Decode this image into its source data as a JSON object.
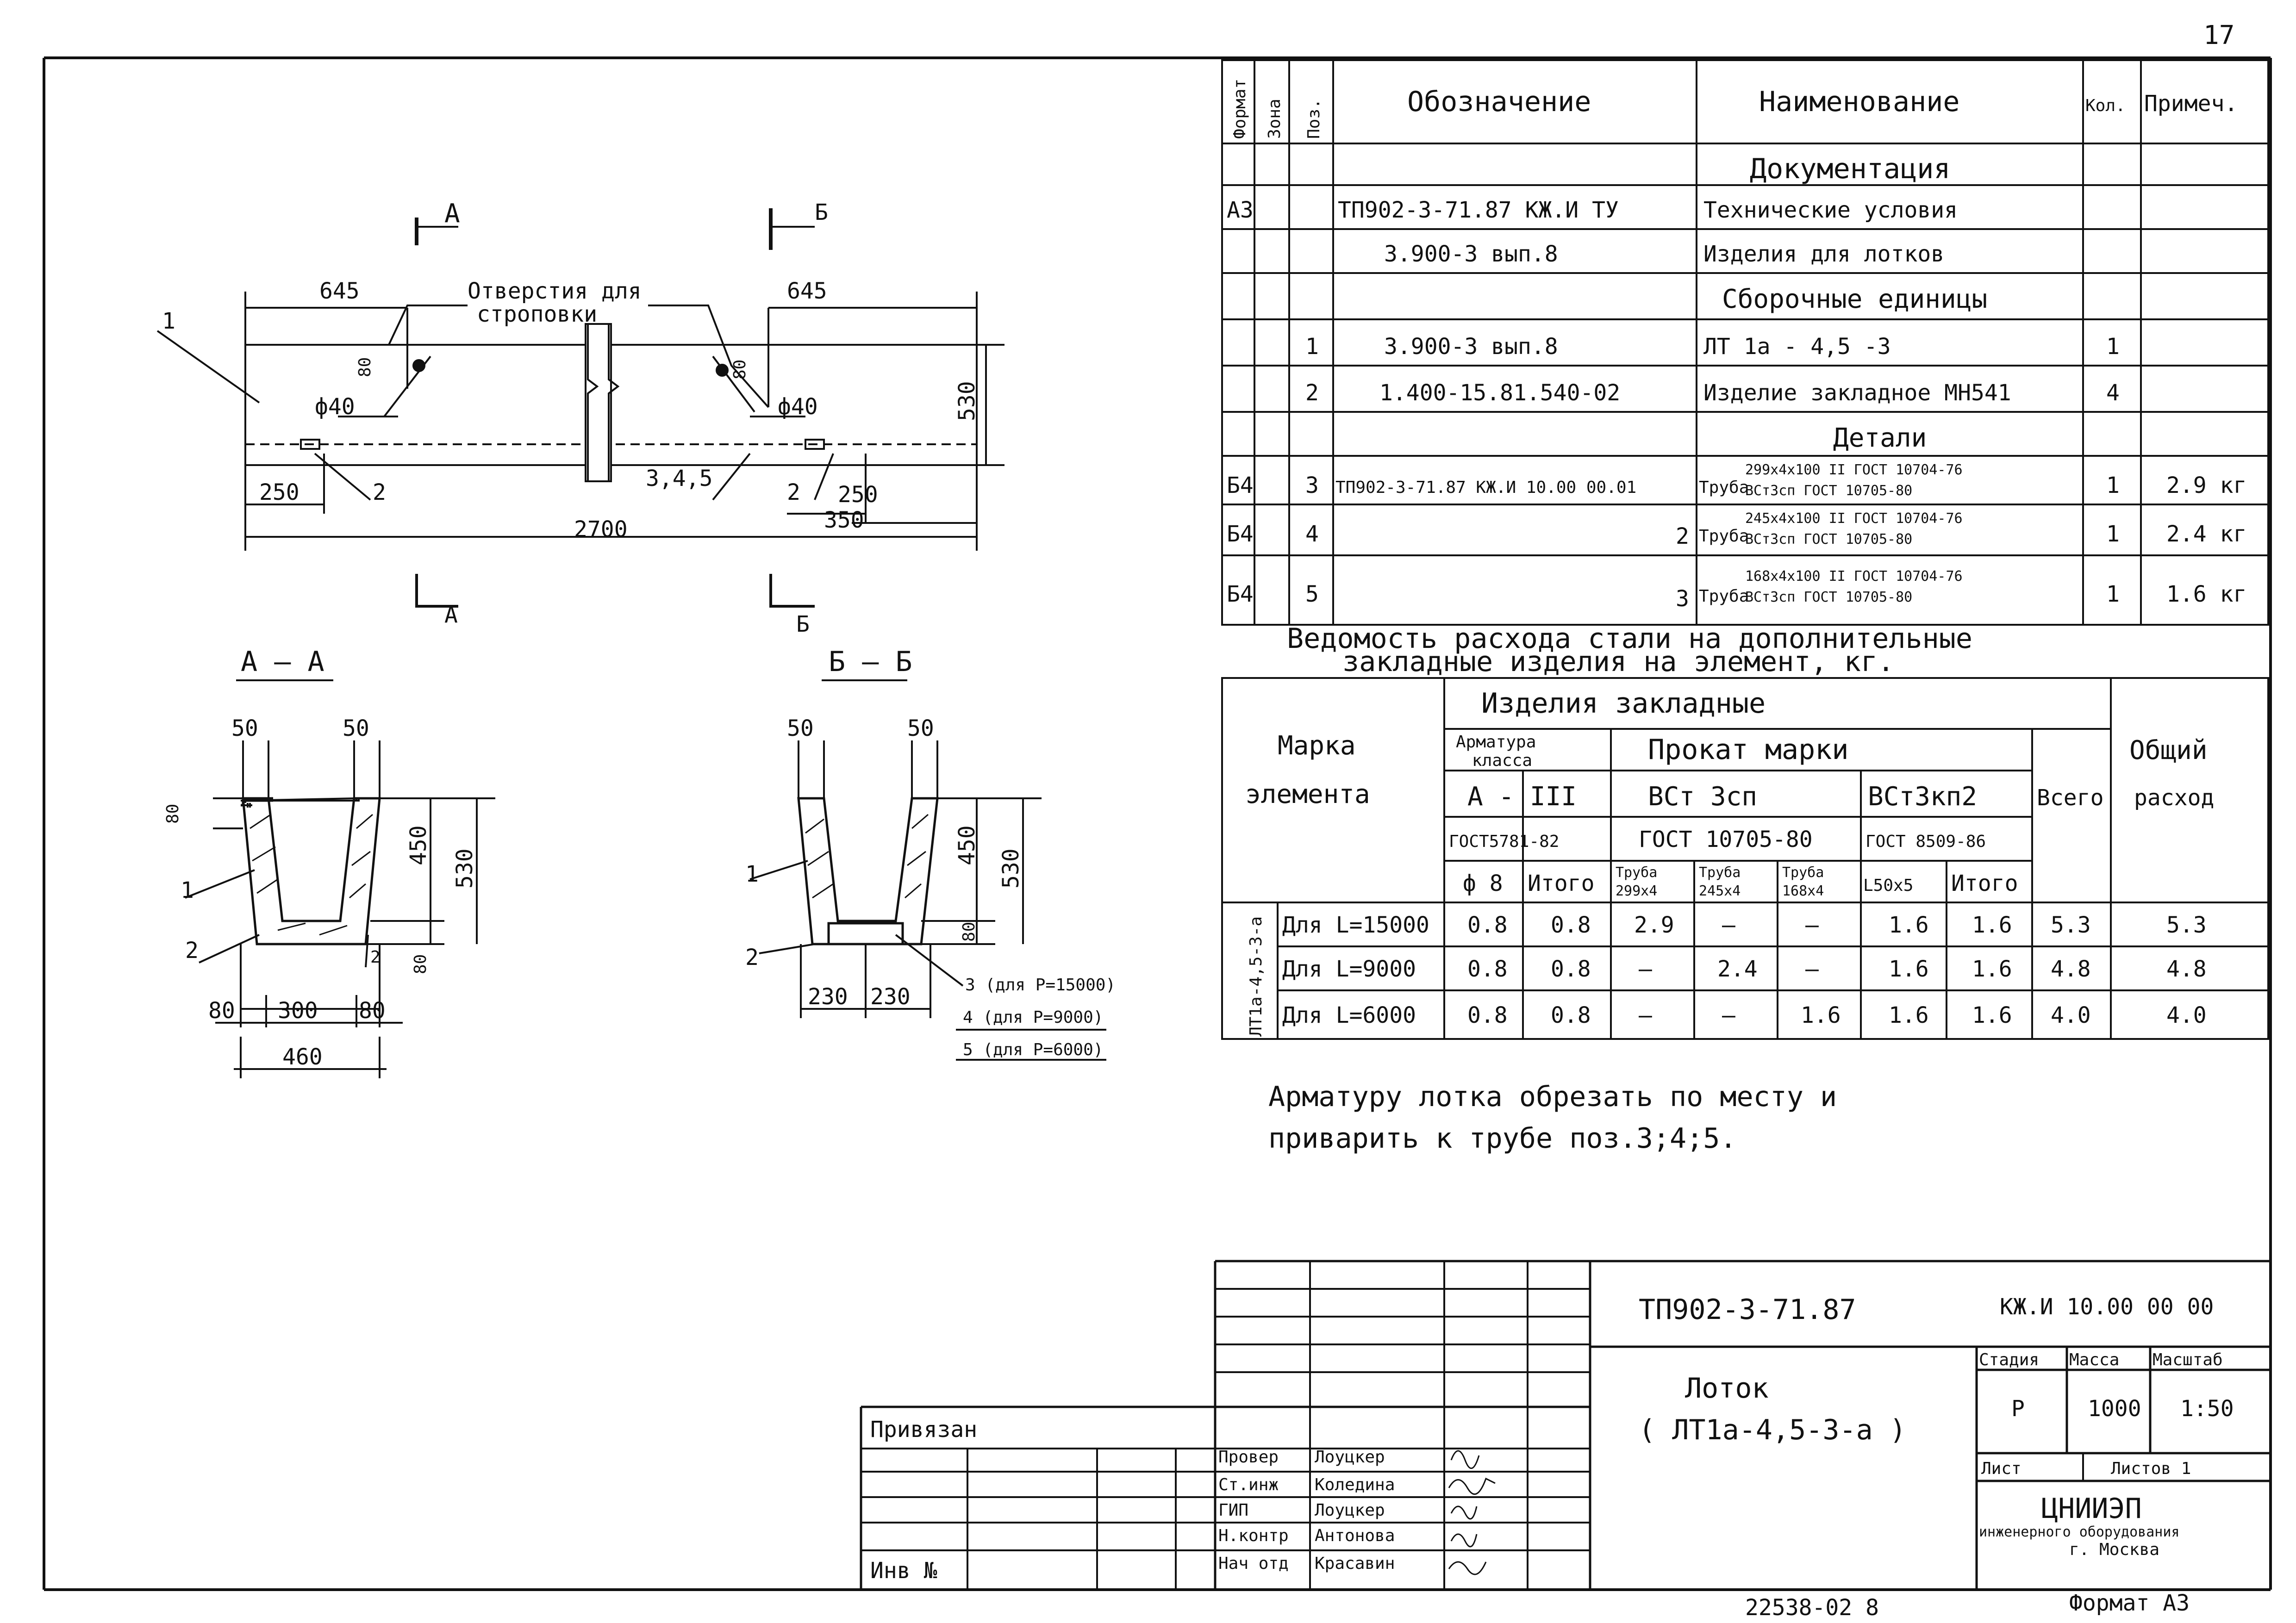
{
  "page_number": "17",
  "spec": {
    "headers": {
      "format": "Формат",
      "zone": "Зона",
      "pos": "Поз.",
      "designation": "Обозначение",
      "name": "Наименование",
      "qty": "Кол.",
      "note": "Примеч."
    },
    "sec_docs": "Документация",
    "sec_units": "Сборочные единицы",
    "sec_details": "Детали",
    "rows": [
      {
        "fmt": "А3",
        "pos": "",
        "des": "ТП902-3-71.87 КЖ.И ТУ",
        "name": "Технические условия",
        "qty": "",
        "note": ""
      },
      {
        "fmt": "",
        "pos": "",
        "des": "3.900-3   вып.8",
        "name": "Изделия для лотков",
        "qty": "",
        "note": ""
      },
      {
        "fmt": "",
        "pos": "1",
        "des": "3.900-3   вып.8",
        "name": "ЛТ 1а - 4,5 -3",
        "qty": "1",
        "note": ""
      },
      {
        "fmt": "",
        "pos": "2",
        "des": "1.400-15.81.540-02",
        "name": "Изделие закладное МН541",
        "qty": "4",
        "note": ""
      },
      {
        "fmt": "Б4",
        "pos": "3",
        "des": "ТП902-3-71.87 КЖ.И 10.00 00.01",
        "name": "Труба",
        "name_top": "299х4х100 II ГОСТ 10704-76",
        "name_bot": "ВСт3сп ГОСТ 10705-80",
        "qty": "1",
        "note": "2.9 кг"
      },
      {
        "fmt": "Б4",
        "pos": "4",
        "des": "2",
        "name": "Труба",
        "name_top": "245х4х100 II ГОСТ 10704-76",
        "name_bot": "ВСт3сп ГОСТ 10705-80",
        "qty": "1",
        "note": "2.4 кг"
      },
      {
        "fmt": "Б4",
        "pos": "5",
        "des": "3",
        "name": "Труба",
        "name_top": "168х4х100 II ГОСТ 10704-76",
        "name_bot": "ВСт3сп ГОСТ 10705-80",
        "qty": "1",
        "note": "1.6 кг"
      }
    ]
  },
  "steel": {
    "title1": "Ведомость расхода стали на дополнительные",
    "title2": "закладные изделия на элемент, кг.",
    "h_mark1": "Марка",
    "h_mark2": "элемента",
    "h_items": "Изделия закладные",
    "h_rebar1": "Арматура",
    "h_rebar2": "класса",
    "h_rolled": "Прокат марки",
    "h_class": "А - III",
    "h_vst3sp": "ВСт 3сп",
    "h_vst3kp2": "ВСт3кп2",
    "h_total": "Всего",
    "h_general1": "Общий",
    "h_general2": "расход",
    "h_gost1": "ГОСТ5781-82",
    "h_gost2": "ГОСТ 10705-80",
    "h_gost3": "ГОСТ 8509-86",
    "h_d8": "ф 8",
    "h_itogo": "Итого",
    "h_pipe1a": "Труба",
    "h_pipe1b": "299х4",
    "h_pipe2a": "Труба",
    "h_pipe2b": "245х4",
    "h_pipe3a": "Труба",
    "h_pipe3b": "168х4",
    "h_angle": "L50х5",
    "element_mark": "ЛТ1а-4,5-3-а",
    "rows": [
      {
        "label": "Для L=15000",
        "d8": "0.8",
        "it1": "0.8",
        "p1": "2.9",
        "p2": "—",
        "p3": "—",
        "ang": "1.6",
        "it2": "1.6",
        "total": "5.3",
        "general": "5.3"
      },
      {
        "label": "Для L=9000",
        "d8": "0.8",
        "it1": "0.8",
        "p1": "—",
        "p2": "2.4",
        "p3": "—",
        "ang": "1.6",
        "it2": "1.6",
        "total": "4.8",
        "general": "4.8"
      },
      {
        "label": "Для L=6000",
        "d8": "0.8",
        "it1": "0.8",
        "p1": "—",
        "p2": "—",
        "p3": "1.6",
        "ang": "1.6",
        "it2": "1.6",
        "total": "4.0",
        "general": "4.0"
      }
    ]
  },
  "note1": "Арматуру лотка обрезать по месту и",
  "note2": "приварить к трубе поз.3;4;5.",
  "drawing": {
    "sec_a": "А",
    "sec_b": "Б",
    "holes1": "Отверстия для",
    "holes2": "строповки",
    "d645a": "645",
    "d645b": "645",
    "d80": "80",
    "d40a": "ф40",
    "d40b": "ф40",
    "d530": "530",
    "d250a": "250",
    "d250b": "250",
    "d350": "350",
    "d2700": "2700",
    "p1": "1",
    "p2a": "2",
    "p2b": "2",
    "p345": "3,4,5",
    "aa": "А — А",
    "bb": "Б — Б",
    "aa50a": "50",
    "aa50b": "50",
    "aa80": "80",
    "aa450": "450",
    "aa530": "530",
    "aa80b": "80",
    "aa80c": "80",
    "aa300": "300",
    "aa80d": "80",
    "aa460": "460",
    "aa1": "1",
    "aa2": "2",
    "aa2b": "2",
    "bb50a": "50",
    "bb50b": "50",
    "bb450": "450",
    "bb530": "530",
    "bb80": "80",
    "bb230a": "230",
    "bb230b": "230",
    "bb1": "1",
    "bb2": "2",
    "bb_l3": "3 (для Р=15000)",
    "bb_l4": "4 (для Р=9000)",
    "bb_l5": "5 (для Р=6000)"
  },
  "title_block": {
    "privyazan": "Привязан",
    "inv": "Инв №",
    "roles": [
      "Провер",
      "Ст.инж",
      "ГИП",
      "Н.контр",
      "Нач отд"
    ],
    "names": [
      "Лоуцкер",
      "Коледина",
      "Лоуцкер",
      "Антонова",
      "Красавин"
    ],
    "code": "ТП902-3-71.87",
    "doc": "КЖ.И 10.00 00 00",
    "name1": "Лоток",
    "name2": "( ЛТ1а-4,5-3-а )",
    "stage_h": "Стадия",
    "mass_h": "Масса",
    "scale_h": "Масштаб",
    "stage": "Р",
    "mass": "1000",
    "scale": "1:50",
    "sheet_h": "Лист",
    "sheets_h": "Листов 1",
    "org1": "ЦНИИЭП",
    "org2": "инженерного оборудования",
    "org3": "г. Москва",
    "bottom_num": "22538-02   8",
    "format": "Формат А3"
  }
}
